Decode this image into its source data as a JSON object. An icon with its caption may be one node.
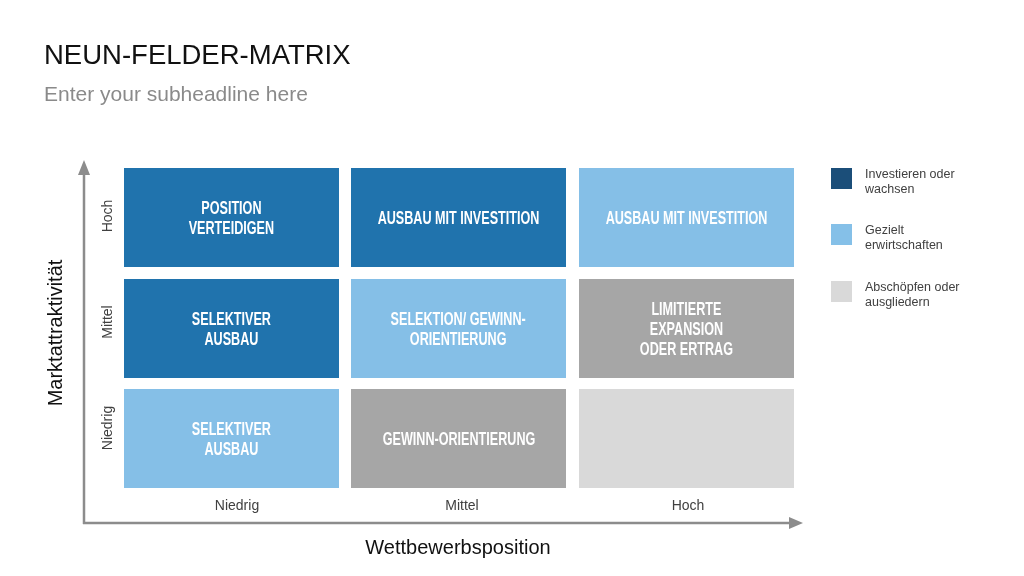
{
  "diagram": {
    "title": "NEUN-FELDER-MATRIX",
    "nodes": [
      {
        "text": [
          "POSITION VERTEIDIGEN"
        ]
      },
      {
        "text": [
          "AUSBAU MIT INVESTITION"
        ]
      },
      {
        "text": [
          "AUSBAU MIT INVESTITION"
        ]
      },
      {
        "text": [
          "SELEKTIVER AUSBAU"
        ]
      },
      {
        "text": [
          "SELEKTION/ GEWINN-ORIENTIERUNG"
        ]
      },
      {
        "text": [
          "LIMITIERTE EXPANSION ODER ERTRAG"
        ]
      },
      {
        "text": [
          "SELEKTIVER AUSBAU"
        ]
      },
      {
        "text": [
          "GEWINN-ORIENTIERUNG"
        ]
      },
      {
        "text": [],
        "shape": "box"
      }
    ],
    "labels": [
      "Enter your subheadline here",
      "Marktattraktivität",
      "Hoch",
      "Mittel",
      "Niedrig",
      "Niedrig",
      "Mittel",
      "Hoch",
      "Wettbewerbsposition"
    ],
    "legend": [
      {
        "text": "Investieren oder wachsen",
        "color": "#1b4e79"
      },
      {
        "text": "Gezielt erwirtschaften",
        "color": "#85c0e8"
      },
      {
        "text": "Abschöpfen oder ausgliedern",
        "color": "#d9d9d9"
      }
    ]
  }
}
